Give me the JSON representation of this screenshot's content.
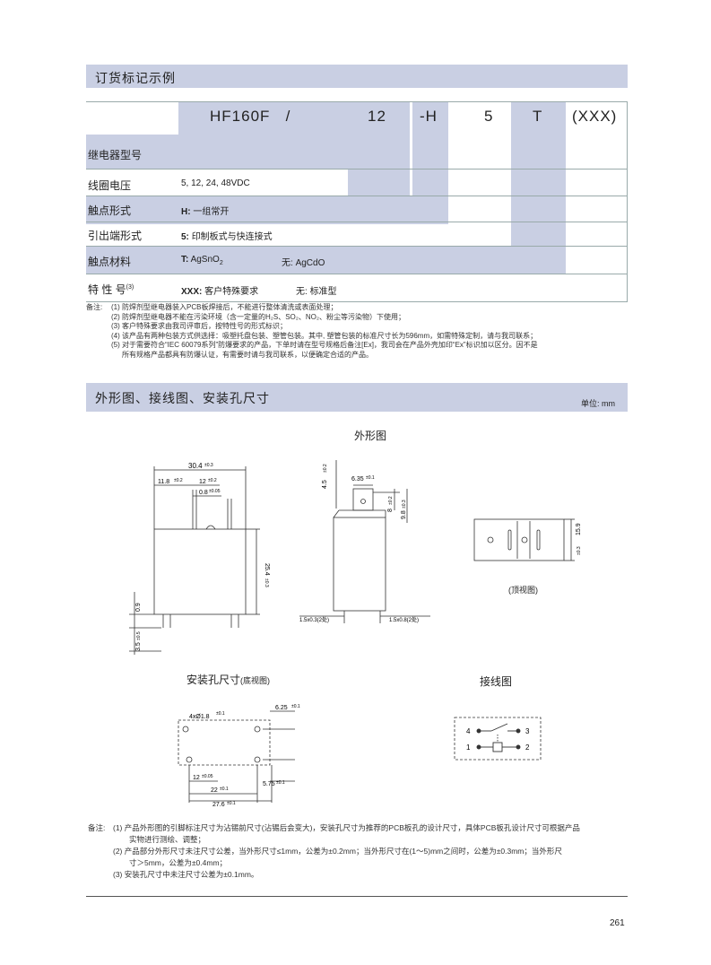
{
  "section1": {
    "title": "订货标记示例"
  },
  "order_code": {
    "model": "HF160F",
    "slash": "/",
    "voltage": "12",
    "contact": "-H",
    "terminal": "5",
    "type": "T",
    "special": "(XXX)"
  },
  "rows": [
    {
      "label": "继电器型号",
      "value": ""
    },
    {
      "label": "线圈电压",
      "value": "5, 12, 24, 48VDC"
    },
    {
      "label": "触点形式",
      "key": "H:",
      "value": "一组常开"
    },
    {
      "label": "引出端形式",
      "key": "5:",
      "value": "印制板式与快连接式"
    },
    {
      "label": "触点材料",
      "key": "T:",
      "value": "AgSnO",
      "sub": "2",
      "alt_key": "无:",
      "alt_value": "AgCdO"
    },
    {
      "label": "特 性 号",
      "sup": "(3)",
      "key": "XXX:",
      "value": "客户特殊要求",
      "alt_key": "无:",
      "alt_value": "标准型"
    }
  ],
  "notes1": {
    "prefix": "备注:",
    "items": [
      "(1) 防焊剂型继电器装入PCB板焊接后，不能进行整体清洗或表面处理；",
      "(2) 防焊剂型继电器不能在污染环境（含一定量的H₂S、SO₂、NO₂、粉尘等污染物）下使用；",
      "(3) 客户特殊要求由我司评审后，按特性号的形式标识；",
      "(4) 该产品有两种包装方式供选择：吸塑托盘包装、塑管包装。其中, 塑管包装的标准尺寸长为596mm，如需特殊定制，请与我司联系；",
      "(5) 对于需要符合“IEC 60079系列”防爆要求的产品，下单时请在型号规格后备注[Ex]，我司会在产品外壳加印“Ex”标识加以区分。因不是",
      "所有规格产品都具有防爆认证，有需要时请与我司联系，以便确定合适的产品。"
    ]
  },
  "section2": {
    "title": "外形图、接线图、安装孔尺寸",
    "unit": "单位: mm"
  },
  "outline": {
    "title": "外形图",
    "top_view": "(顶视图)",
    "dims": {
      "w": "30.4",
      "w_tol": "±0.3",
      "a": "11.8",
      "a_tol": "±0.2",
      "b": "12",
      "b_tol": "±0.2",
      "c": "0.8",
      "c_tol": "±0.05",
      "h": "25.4",
      "h_tol": "±0.3",
      "p": "0.9",
      "q": "3.5",
      "q_tol": "±0.5",
      "s1": "4.5",
      "s1_tol": "±0.2",
      "s2": "6.35",
      "s2_tol": "±0.1",
      "s3": "8",
      "s3_tol": "±0.2",
      "s4": "9.8",
      "s4_tol": "±0.3",
      "t1": "1.5x0.3(2处)",
      "t2": "1.5x0.8(2处)",
      "v": "15.9",
      "v_tol": "±0.3"
    }
  },
  "mount": {
    "title": "安装孔尺寸",
    "view": "(底视图)",
    "dims": {
      "holes": "4xØ1.8",
      "holes_tol": "±0.1",
      "d1": "6.25",
      "d1_tol": "±0.1",
      "d2": "12",
      "d2_tol": "±0.05",
      "d3": "22",
      "d3_tol": "±0.1",
      "d4": "27.6",
      "d4_tol": "±0.1",
      "d5": "5.75",
      "d5_tol": "±0.1"
    }
  },
  "wiring": {
    "title": "接线图",
    "pins": [
      "4",
      "3",
      "1",
      "2"
    ]
  },
  "notes2": {
    "prefix": "备注:",
    "items": [
      "(1)  产品外形图的引脚标注尺寸为沾锡前尺寸(沾锡后会变大)，安装孔尺寸为推荐的PCB板孔的设计尺寸，具体PCB板孔设计尺寸可根据产品",
      "实物进行测绘、调整；",
      "(2)  产品部分外形尺寸未注尺寸公差，当外形尺寸≤1mm，公差为±0.2mm；当外形尺寸在(1～5)mm之间时，公差为±0.3mm；当外形尺",
      "寸＞5mm，公差为±0.4mm；",
      "(3)  安装孔尺寸中未注尺寸公差为±0.1mm。"
    ]
  },
  "page_number": "261",
  "colors": {
    "band": "#c9cfe3",
    "line": "#9aa4b4"
  }
}
